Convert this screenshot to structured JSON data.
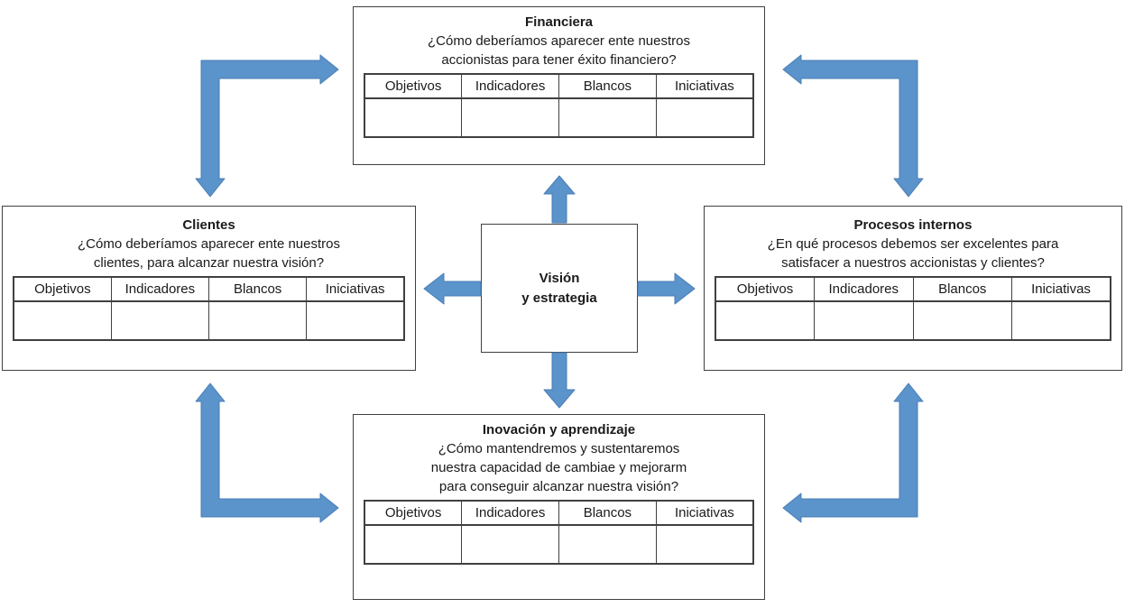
{
  "table_headers": [
    "Objetivos",
    "Indicadores",
    "Blancos",
    "Iniciativas"
  ],
  "center": {
    "line1": "Visión",
    "line2": "y estrategia"
  },
  "perspectives": {
    "financiera": {
      "title": "Financiera",
      "question": "¿Cómo deberíamos aparecer ente nuestros accionistas para tener éxito financiero?"
    },
    "clientes": {
      "title": "Clientes",
      "question": "¿Cómo deberíamos aparecer ente nuestros clientes, para alcanzar nuestra visión?"
    },
    "procesos": {
      "title": "Procesos internos",
      "question": "¿En qué procesos debemos ser excelentes para satisfacer a nuestros accionistas y clientes?"
    },
    "inovacion": {
      "title": "Inovación y aprendizaje",
      "question": "¿Cómo mantendremos y sustentaremos nuestra capacidad de cambiae y mejorarm para conseguir alcanzar nuestra visión?"
    }
  },
  "colors": {
    "arrow_fill": "#5B93CB",
    "arrow_stroke": "#4A7EB5",
    "box_border": "#404040",
    "text": "#1a1a1a",
    "background": "#ffffff"
  }
}
